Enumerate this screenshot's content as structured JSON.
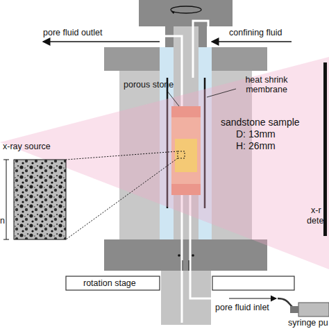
{
  "diagram": {
    "labels": [
      "pore fluid outlet",
      "confining fluid",
      "porous stone",
      "heat shrink membrane",
      "sandstone sample",
      "D: 13mm",
      "H: 26mm",
      "x-ray source",
      "x-r",
      "dete",
      "n",
      "rotation stage",
      "pore fluid inlet",
      "syringe pu"
    ]
  }
}
